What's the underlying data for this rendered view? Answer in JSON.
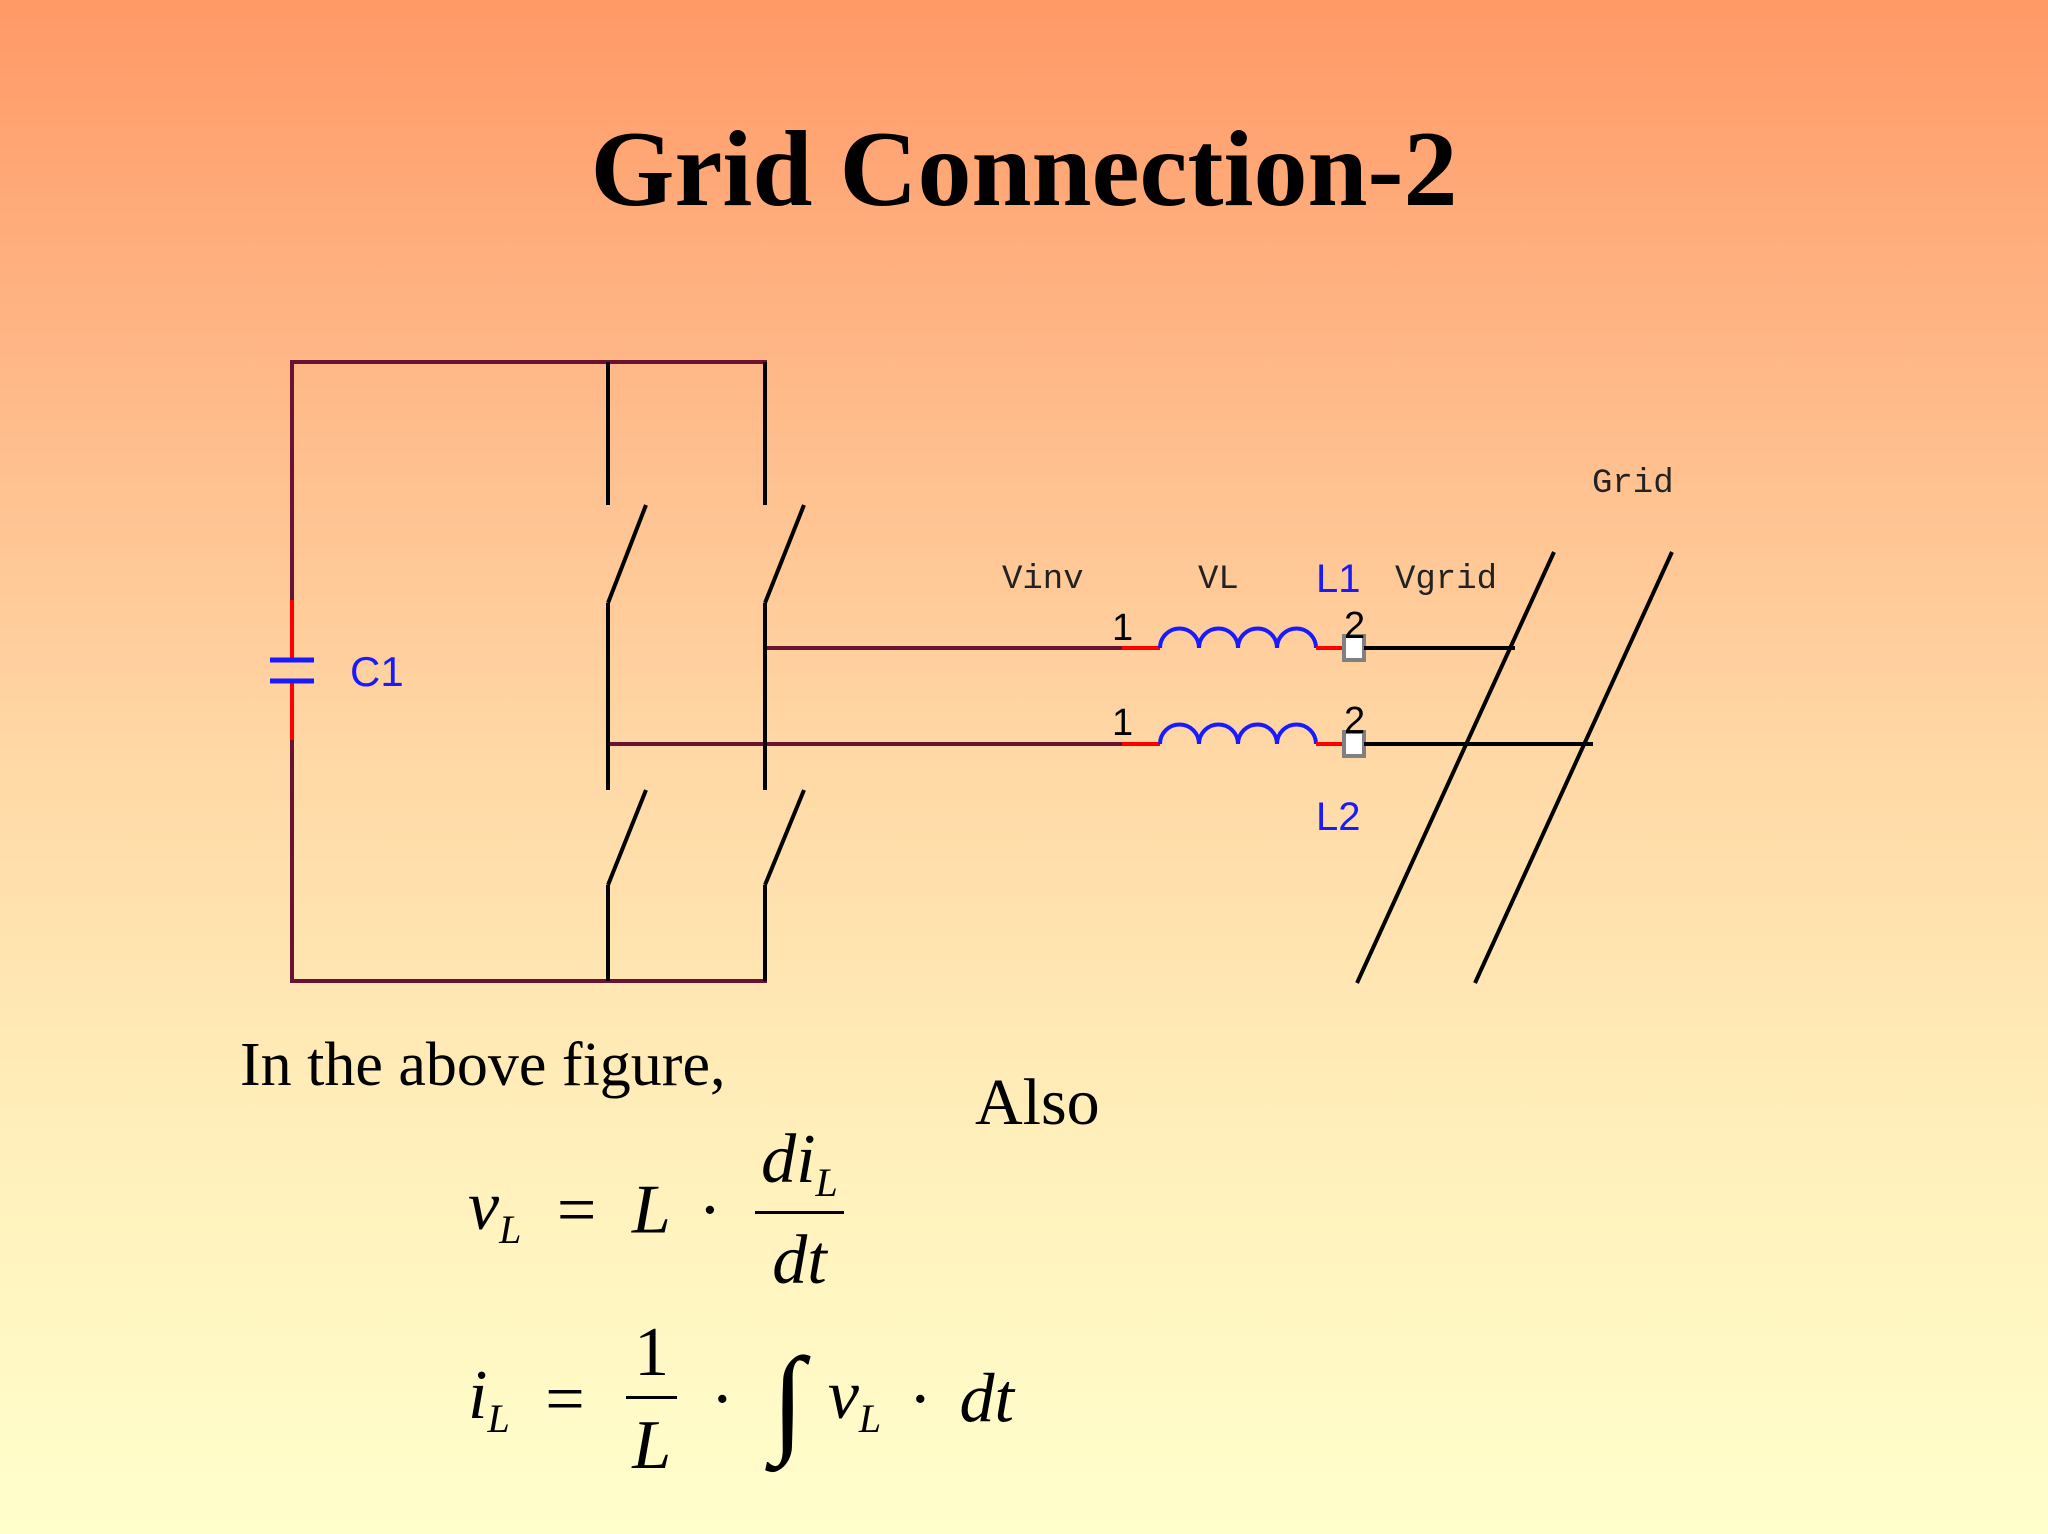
{
  "slide": {
    "title": "Grid Connection-2",
    "caption": "In the above figure,",
    "also": "Also"
  },
  "circuit": {
    "capacitor_label": "C1",
    "inductor_top_label": "L1",
    "inductor_bottom_label": "L2",
    "pin_start": "1",
    "pin_end": "2",
    "voltage_labels": {
      "inverter": "Vinv",
      "inductor": "VL",
      "grid_voltage": "Vgrid",
      "grid": "Grid"
    },
    "colors": {
      "wire": "#6b1232",
      "component": "#1a1aff",
      "pin": "#ff0000",
      "grid": "#000000"
    }
  },
  "equations": {
    "eq1": {
      "lhs_var": "v",
      "lhs_sub": "L",
      "equals": "=",
      "coef": "L",
      "dot": "·",
      "num_var": "di",
      "num_sub": "L",
      "den": "dt"
    },
    "eq2": {
      "lhs_var": "i",
      "lhs_sub": "L",
      "equals": "=",
      "num": "1",
      "den": "L",
      "dot": "·",
      "integral": "∫",
      "var": "v",
      "var_sub": "L",
      "dot2": "·",
      "dt": "dt"
    }
  }
}
